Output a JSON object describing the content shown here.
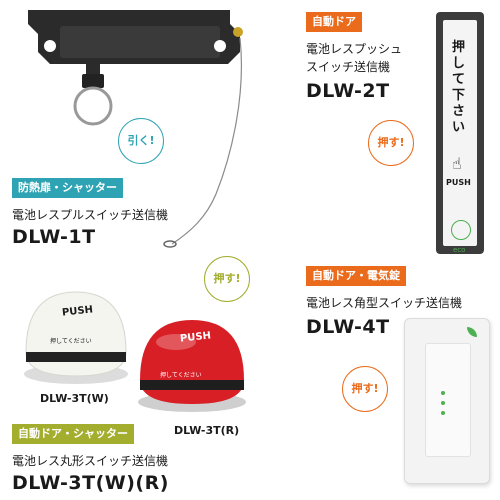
{
  "colors": {
    "teal": "#2ea3b3",
    "orange": "#ea6b1b",
    "olive": "#a3ad2e",
    "red_cap": "#d81f26",
    "eco_green": "#4caf50"
  },
  "product_1t": {
    "tag": "防熱扉・シャッター",
    "desc": "電池レスプルスイッチ送信機",
    "model": "DLW-1T",
    "bubble": "引く!"
  },
  "product_2t": {
    "tag": "自動ドア",
    "desc_line1": "電池レスプッシュ",
    "desc_line2": "スイッチ送信機",
    "model": "DLW-2T",
    "bubble": "押す!",
    "panel_text": "押して下さい",
    "panel_push": "PUSH",
    "panel_eco": "eco"
  },
  "product_3t": {
    "tag": "自動ドア・シャッター",
    "desc": "電池レス丸形スイッチ送信機",
    "model": "DLW-3T(W)(R)",
    "bubble": "押す!",
    "label_w": "DLW-3T(W)",
    "label_r": "DLW-3T(R)",
    "cap_text": "PUSH",
    "cap_sub": "押してください"
  },
  "product_4t": {
    "tag": "自動ドア・電気錠",
    "desc": "電池レス角型スイッチ送信機",
    "model": "DLW-4T",
    "bubble": "押す!"
  }
}
